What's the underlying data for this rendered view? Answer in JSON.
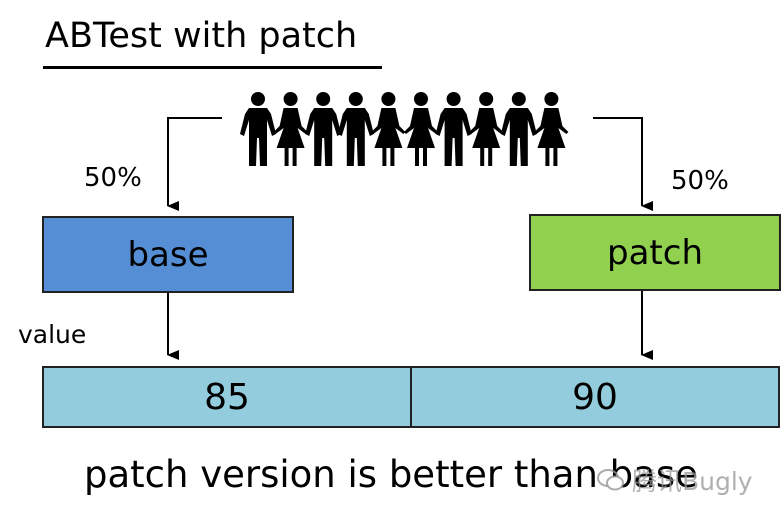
{
  "title": "ABTest with patch",
  "split": {
    "left_percent": "50%",
    "right_percent": "50%"
  },
  "people": {
    "count": 10,
    "icon": "person-icon",
    "pattern": [
      "man",
      "woman",
      "man",
      "man",
      "woman",
      "woman",
      "man",
      "woman",
      "man",
      "woman"
    ]
  },
  "groups": {
    "base": {
      "label": "base",
      "color": "#558ed5"
    },
    "patch": {
      "label": "patch",
      "color": "#92d050"
    }
  },
  "value_label": "value",
  "values": {
    "base": "85",
    "patch": "90",
    "bar_color": "#93cddd"
  },
  "conclusion": "patch version is better than base",
  "watermark": {
    "text": "腾讯Bugly",
    "icon": "wechat-icon"
  }
}
